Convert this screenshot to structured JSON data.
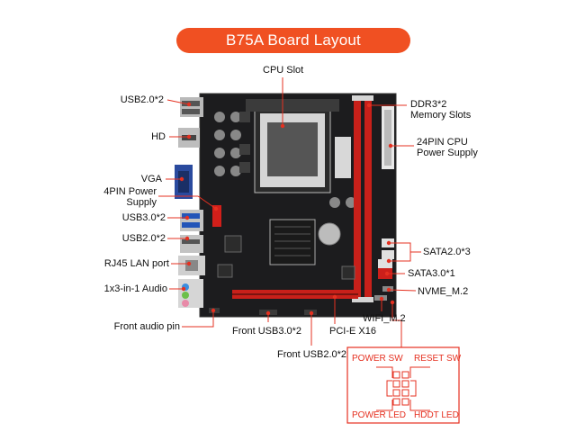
{
  "title": "B75A  Board Layout",
  "labels": {
    "usb2_rear": "USB2.0*2",
    "hd": "HD",
    "vga": "VGA",
    "pin4_power": [
      "4PIN Power",
      "Supply"
    ],
    "usb3_rear": "USB3.0*2",
    "usb2_rear2": "USB2.0*2",
    "rj45": "RJ45 LAN port",
    "audio": "1x3-in-1 Audio",
    "front_audio": "Front audio pin",
    "cpu_slot": "CPU Slot",
    "ddr3": [
      "DDR3*2",
      "Memory Slots"
    ],
    "pin24": [
      "24PIN CPU",
      "Power Supply"
    ],
    "sata2": "SATA2.0*3",
    "sata3": "SATA3.0*1",
    "nvme": "NVME_M.2",
    "wifi": "WIFI_M.2",
    "pcie": "PCI-E X16",
    "front_usb3": "Front USB3.0*2",
    "front_usb2": "Front USB2.0*2"
  },
  "panel": {
    "power_sw": "POWER SW",
    "reset_sw": "RESET SW",
    "power_led": "POWER LED",
    "hddt_led": "HDDT LED"
  },
  "colors": {
    "accent": "#f05022",
    "board": "#1c1c1e",
    "ram_slot": "#c8201a"
  }
}
